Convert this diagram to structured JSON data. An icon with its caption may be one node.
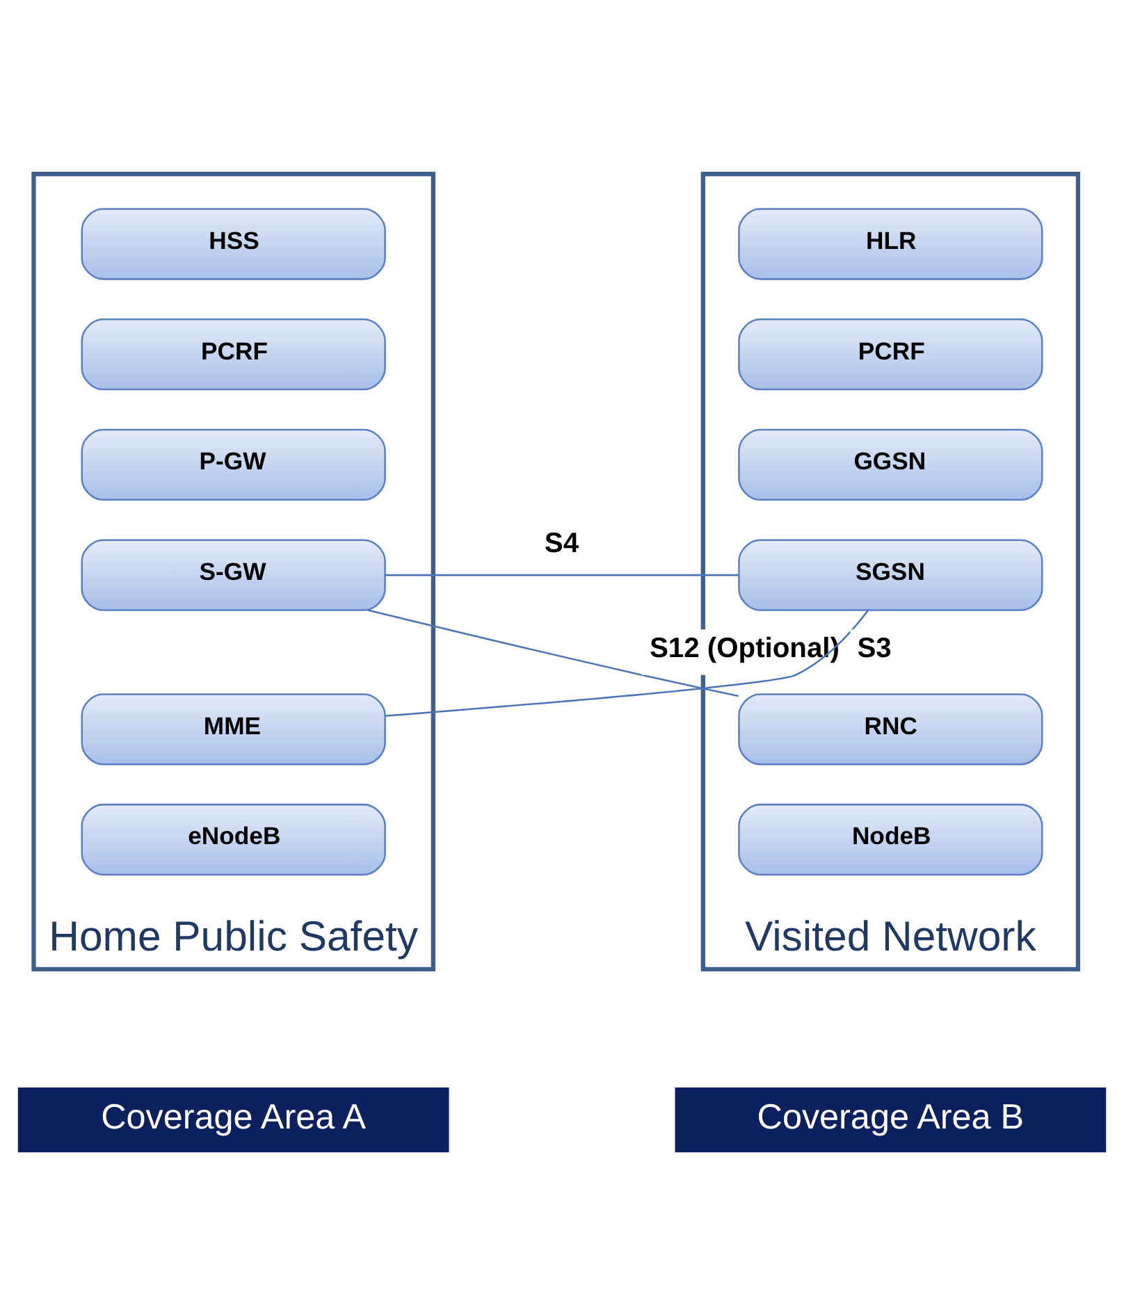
{
  "diagram": {
    "nodes": [
      {
        "text": [
          "Home Public Safety"
        ]
      },
      {
        "text": [
          "HSS"
        ],
        "in": 0
      },
      {
        "text": [
          "PCRF"
        ],
        "in": 0
      },
      {
        "text": [
          "P-GW"
        ],
        "in": 0
      },
      {
        "text": [
          "S-GW"
        ],
        "in": 0
      },
      {
        "text": [
          "MME"
        ],
        "in": 0
      },
      {
        "text": [
          "eNodeB"
        ],
        "in": 0
      },
      {
        "text": [
          "Visited Network"
        ]
      },
      {
        "text": [
          "HLR"
        ],
        "in": 7
      },
      {
        "text": [
          "PCRF"
        ],
        "in": 7
      },
      {
        "text": [
          "GGSN"
        ],
        "in": 7
      },
      {
        "text": [
          "SGSN"
        ],
        "in": 7
      },
      {
        "text": [
          "RNC"
        ],
        "in": 7
      },
      {
        "text": [
          "NodeB"
        ],
        "in": 7
      },
      {
        "text": [
          "Coverage Area A"
        ]
      },
      {
        "text": [
          "Coverage Area B"
        ]
      }
    ],
    "edges": [
      {
        "from": 4,
        "to": 11,
        "arrow": "none",
        "label": "S4"
      },
      {
        "from": 5,
        "to": 11,
        "arrow": "none",
        "label": "S3"
      },
      {
        "from": 4,
        "to": 12,
        "arrow": "none",
        "label": "S12 (Optional)"
      }
    ]
  }
}
